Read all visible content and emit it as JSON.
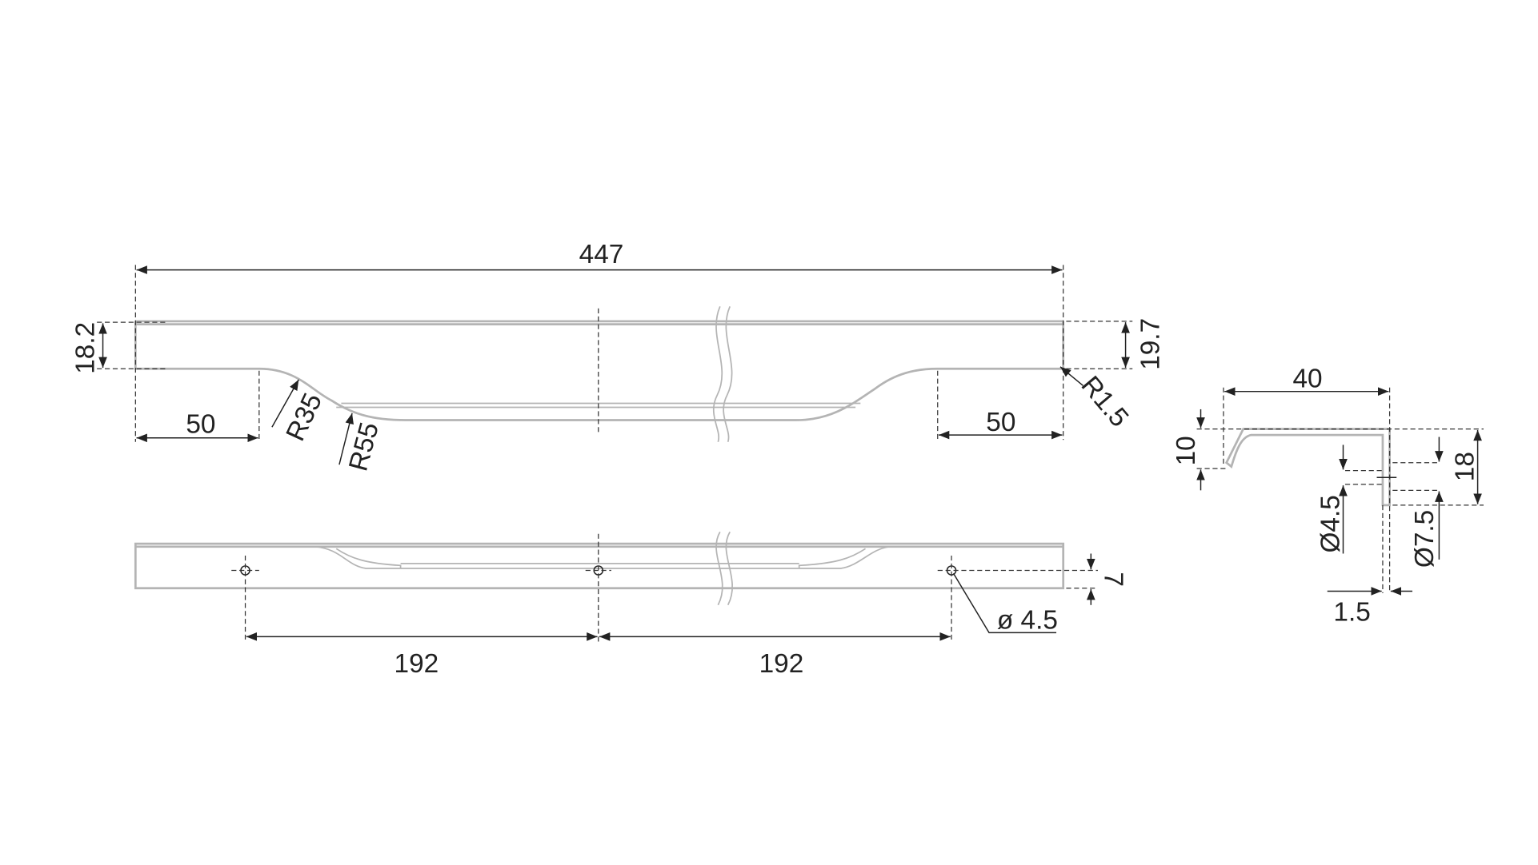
{
  "drawing": {
    "front_view": {
      "overall_length": "447",
      "height_left": "18.2",
      "height_right": "19.7",
      "left_flat": "50",
      "right_flat": "50",
      "radius_1": "R35",
      "radius_2": "R55",
      "radius_corner": "R1.5"
    },
    "bottom_view": {
      "hole_spacing_1": "192",
      "hole_spacing_2": "192",
      "hole_offset": "7",
      "hole_diameter": "ø 4.5"
    },
    "section_view": {
      "width": "40",
      "lip_height": "10",
      "total_height": "18",
      "hole_small": "Ø4.5",
      "hole_large": "Ø7.5",
      "wall_thickness": "1.5"
    }
  }
}
